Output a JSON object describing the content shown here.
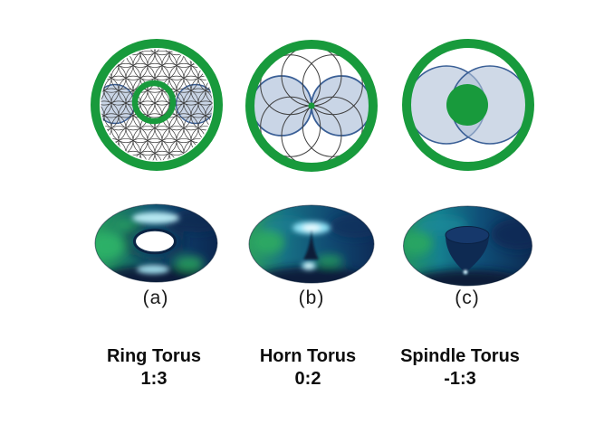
{
  "figure": {
    "panels": [
      {
        "letter": "(a)",
        "name": "Ring Torus",
        "ratio": "1:3"
      },
      {
        "letter": "(b)",
        "name": "Horn Torus",
        "ratio": "0:2"
      },
      {
        "letter": "(c)",
        "name": "Spindle Torus",
        "ratio": "-1:3"
      }
    ],
    "colors": {
      "green": "#189a3c",
      "blue_fill": "#c9d5e6",
      "blue_fill_translucent": "rgba(178,194,216,0.62)",
      "blue_stroke": "#3a5f96",
      "lattice_line": "#3a3a3a",
      "torus_navy": "#0c2a52",
      "torus_teal": "#127a8c",
      "torus_green": "#27a05e",
      "highlight_cyan": "#9fe8f8",
      "text": "#0d0d0d"
    }
  }
}
